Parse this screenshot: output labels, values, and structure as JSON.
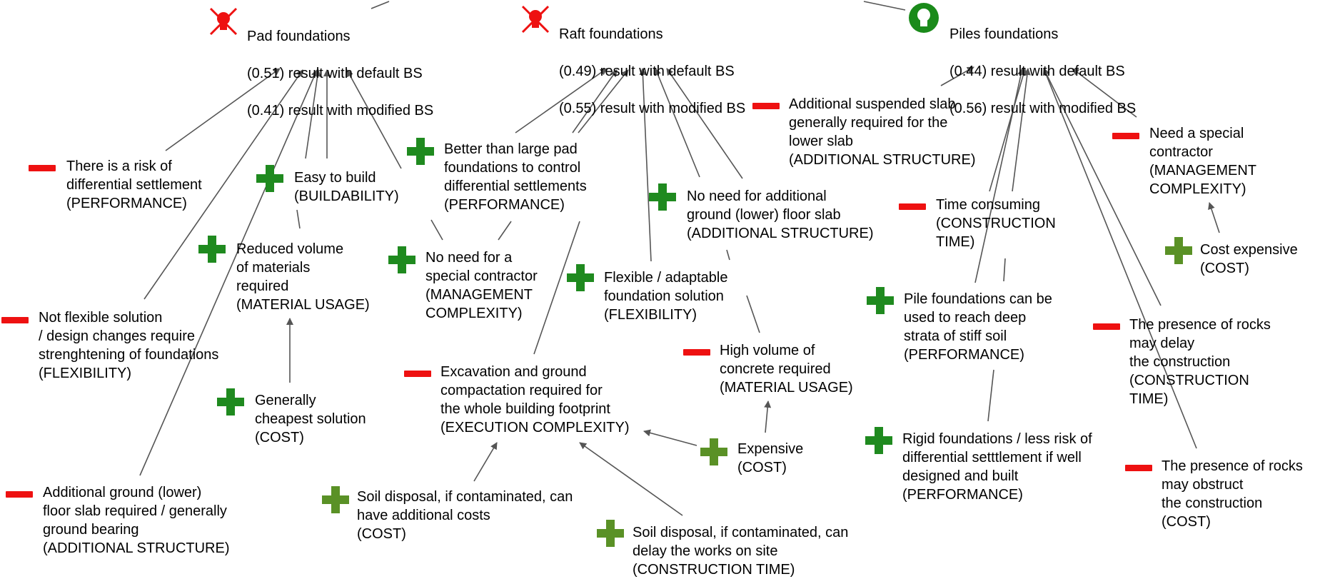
{
  "colors": {
    "minus": "#ee1111",
    "plus_dark": "#1f8a1f",
    "plus_light": "#5a9126",
    "bulb_green": "#1a8a1a",
    "bulb_off": "#ee1111",
    "arrow": "#555555"
  },
  "options": {
    "pad": {
      "title": "Pad foundations",
      "default": "(0.51) result with default BS",
      "modified": "(0.41) result with modified BS",
      "icon": "bulb-off-icon"
    },
    "raft": {
      "title": "Raft foundations",
      "default": "(0.49) result with default BS",
      "modified": "(0.55) result with modified BS",
      "icon": "bulb-off-icon"
    },
    "piles": {
      "title": "Piles foundations",
      "default": "(0.44) result with default BS",
      "modified": "(0.56) result with modified BS",
      "icon": "bulb-on-icon"
    }
  },
  "factors": {
    "risk_settlement": "There is a risk of\ndifferential settlement\n(PERFORMANCE)",
    "easy_build": "Easy to build\n(BUILDABILITY)",
    "reduced_volume": "Reduced volume\nof materials\nrequired\n(MATERIAL USAGE)",
    "not_flexible": "Not flexible solution\n/ design changes require\nstrenghtening of foundations\n(FLEXIBILITY)",
    "cheapest": "Generally\ncheapest solution\n(COST)",
    "ground_slab": "Additional ground (lower)\nfloor slab required / generally\nground bearing\n(ADDITIONAL STRUCTURE)",
    "better_than_pad": "Better than large pad\nfoundations to control\ndifferential settlements\n(PERFORMANCE)",
    "no_special_contractor": "No need for a\nspecial contractor\n(MANAGEMENT\nCOMPLEXITY)",
    "no_floor_slab": "No need for additional\nground (lower) floor slab\n(ADDITIONAL STRUCTURE)",
    "flexible": "Flexible / adaptable\nfoundation solution\n(FLEXIBILITY)",
    "high_concrete": "High volume of\nconcrete required\n(MATERIAL USAGE)",
    "excavation": "Excavation and ground\ncompactation required for\nthe whole building footprint\n(EXECUTION COMPLEXITY)",
    "expensive": "Expensive\n(COST)",
    "soil_cost": "Soil disposal, if contaminated, can\nhave additional costs\n(COST)",
    "soil_time": "Soil disposal, if contaminated, can\ndelay the works on site\n(CONSTRUCTION TIME)",
    "suspended_slab": "Additional suspended slab\ngenerally required for the\nlower slab\n(ADDITIONAL STRUCTURE)",
    "special_contractor": "Need a special\ncontractor\n(MANAGEMENT\nCOMPLEXITY)",
    "time_consuming": "Time consuming\n(CONSTRUCTION\nTIME)",
    "cost_expensive": "Cost expensive\n(COST)",
    "deep_strata": "Pile foundations can be\nused to reach deep\nstrata of stiff soil\n(PERFORMANCE)",
    "rocks_delay": "The presence of rocks\nmay delay\nthe construction\n(CONSTRUCTION\nTIME)",
    "rigid": "Rigid foundations / less risk of\ndifferential setttlement if well\ndesigned and built\n(PERFORMANCE)",
    "rocks_obstruct": "The presence of rocks\nmay obstruct\nthe construction\n(COST)"
  }
}
